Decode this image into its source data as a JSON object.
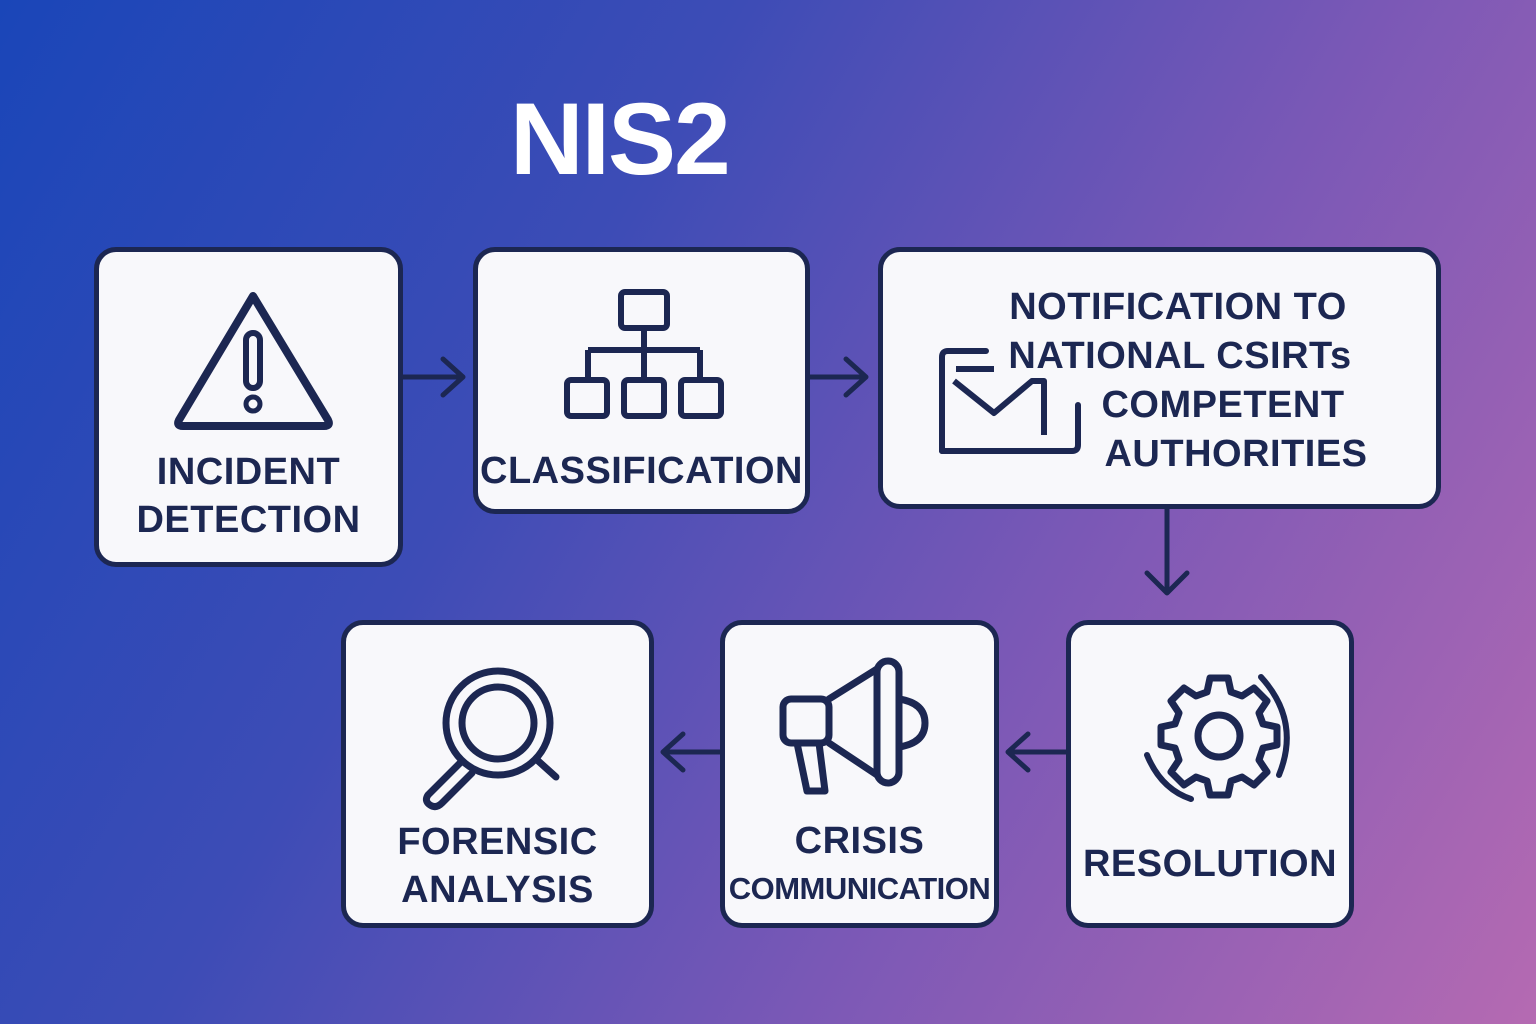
{
  "title": "NIS2",
  "steps": {
    "detection": {
      "label": "INCIDENT\nDETECTION",
      "icon": "warning-icon"
    },
    "classification": {
      "label": "CLASSIFICATION",
      "icon": "hierarchy-icon"
    },
    "notification": {
      "label_line1": "NOTIFICATION TO",
      "label_line2": "NATIONAL CSIRTs",
      "label_line3": "COMPETENT",
      "label_line4": "AUTHORITIES",
      "icon": "envelope-icon"
    },
    "resolution": {
      "label": "RESOLUTION",
      "icon": "gear-icon"
    },
    "crisis": {
      "label_line1": "CRISIS",
      "label_line2": "COMMUNICATION",
      "icon": "megaphone-icon"
    },
    "forensic": {
      "label": "FORENSIC\nANALYSIS",
      "icon": "magnifier-icon"
    }
  },
  "colors": {
    "ink": "#1c2752",
    "box_fill": "#f8f8fb",
    "title": "#ffffff"
  }
}
